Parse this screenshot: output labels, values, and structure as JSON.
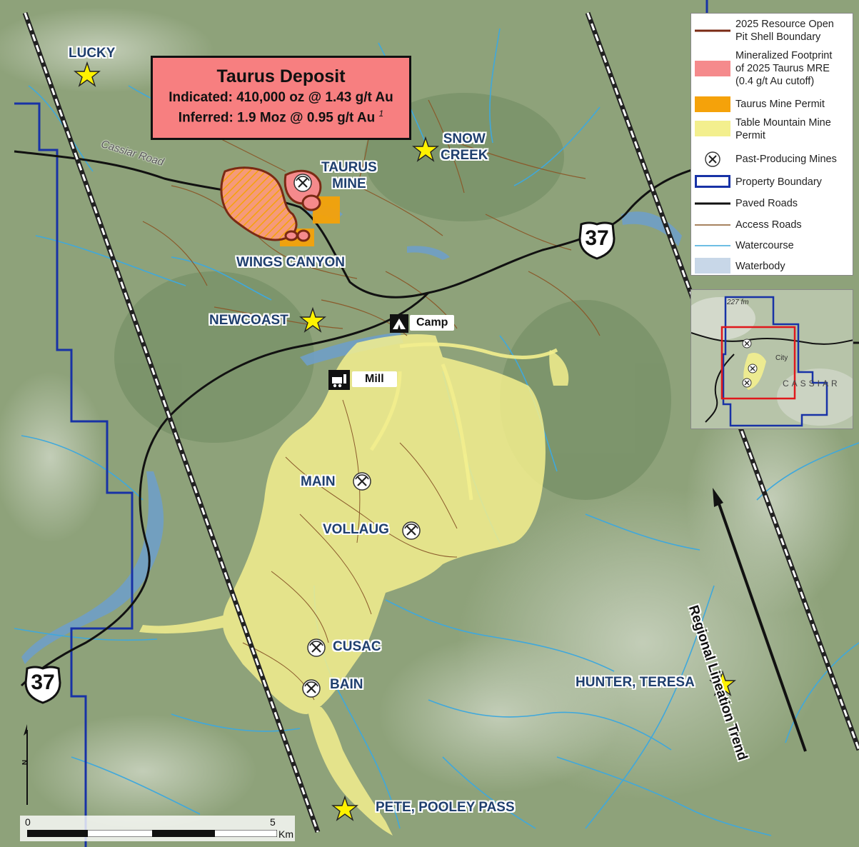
{
  "colors": {
    "terrain": "#8ea27a",
    "terrain_dark": "#6f8a60",
    "snow": "#e7ece4",
    "water": "#6f9fc6",
    "watercourse": "#3fa8dc",
    "paved_road": "#111111",
    "access_road": "#8a5a2b",
    "property_boundary": "#1832a6",
    "permit_table_mountain": "#f3ef8e",
    "permit_taurus": "#f5a20a",
    "mineralized_footprint": "#f58a8c",
    "pit_shell": "#7a2a14",
    "star": "#fff200",
    "deposit_box": "#f77f80",
    "inset_frame": "#e0181c"
  },
  "deposit_box": {
    "title": "Taurus Deposit",
    "line1": "Indicated: 410,000 oz @ 1.43 g/t Au",
    "line2": "Inferred: 1.9 Moz @ 0.95 g/t Au",
    "footnote": "1"
  },
  "labels": {
    "lucky": "LUCKY",
    "snow_creek_1": "SNOW",
    "snow_creek_2": "CREEK",
    "taurus_mine_1": "TAURUS",
    "taurus_mine_2": "MINE",
    "wings_canyon": "WINGS CANYON",
    "newcoast": "NEWCOAST",
    "camp": "Camp",
    "mill": "Mill",
    "main": "MAIN",
    "vollaug": "VOLLAUG",
    "cusac": "CUSAC",
    "bain": "BAIN",
    "hunter_teresa": "HUNTER, TERESA",
    "pete_pooley": "PETE, POOLEY PASS",
    "cassiar_road": "Cassiar Road",
    "highway_37": "37",
    "regional_trend": "Regional Lineation Trend"
  },
  "legend": {
    "items": [
      {
        "label_1": "2025 Resource Open",
        "label_2": "Pit Shell Boundary",
        "symbol": "pit-shell-line"
      },
      {
        "label_1": "Mineralized Footprint",
        "label_2": "of 2025 Taurus MRE",
        "label_3": "(0.4 g/t Au cutoff)",
        "symbol": "red-fill"
      },
      {
        "label_1": "Taurus Mine Permit",
        "symbol": "orange-fill"
      },
      {
        "label_1": "Table Mountain Mine",
        "label_2": "Permit",
        "symbol": "yellow-fill"
      },
      {
        "label_1": "Past-Producing Mines",
        "symbol": "pickaxe-icon"
      },
      {
        "label_1": "Property Boundary",
        "symbol": "blue-outline"
      },
      {
        "label_1": "Paved Roads",
        "symbol": "black-line"
      },
      {
        "label_1": "Access Roads",
        "symbol": "brown-line"
      },
      {
        "label_1": "Watercourse",
        "symbol": "blue-line"
      },
      {
        "label_1": "Waterbody",
        "symbol": "lightblue-fill"
      }
    ]
  },
  "inset": {
    "elevation_label": "227 fm",
    "city_label": "City",
    "region_label": "CASSIAR"
  },
  "scale_bar": {
    "start": "0",
    "end": "5",
    "unit": "Km"
  },
  "north_arrow": {
    "letter": "N"
  }
}
